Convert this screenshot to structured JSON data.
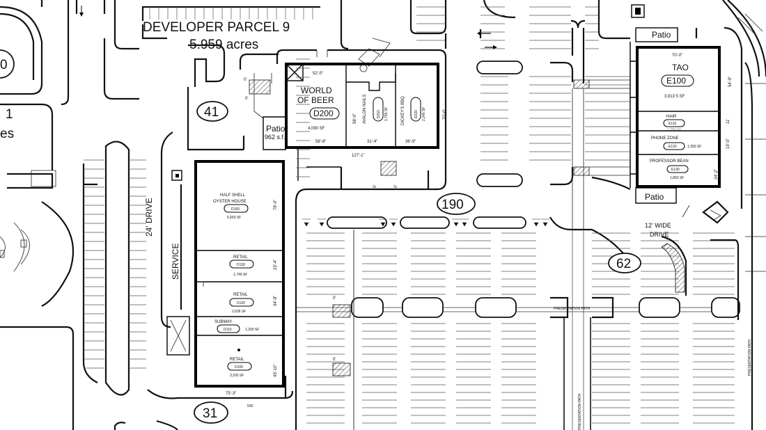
{
  "parcel": {
    "title": "DEVELOPER PARCEL 9",
    "acres": "5.959 acres"
  },
  "badges": {
    "b41": "41",
    "b190": "190",
    "b62": "62",
    "b31": "31",
    "b0": "0",
    "b1": "1"
  },
  "left_edge": {
    "partial": "es"
  },
  "labels": {
    "drive24": "24' DRIVE",
    "service": "SERVICE",
    "drive12_line1": "12' WIDE",
    "drive12_line2": "DRIVE",
    "presentation_path": "PRESENTATION PATH",
    "presentation_path_v": "PRESENTATION PATH",
    "patio_left": "Patio",
    "patio_left_area": "962 s.f.",
    "patio_top": "Patio",
    "patio_bottom": "Patio"
  },
  "dims": {
    "d_52": "52'-0\"",
    "d_58_top": "58'-0\"",
    "d_58_8": "58'-8\"",
    "d_31_4": "31'-4\"",
    "d_36_9": "36'-9\"",
    "d_70_right": "70'-0\"",
    "d_127": "127'-1\"",
    "d_70_top": "70'-0\"",
    "d_54_9": "54'-9\"",
    "d_11": "11'",
    "d_19": "19'-0\"",
    "d_24_2": "24'-2\"",
    "d_78": "78'-0\"",
    "d_23_4": "23'-4\"",
    "d_34_8": "34'-8\"",
    "d_43_10": "43'-10\"",
    "d_75_3": "75'-3\"",
    "d_500": "500"
  },
  "tenants": {
    "world_of_beer": {
      "name1": "WORLD",
      "name2": "OF BEER",
      "unit": "D200",
      "area": "4,090 SF"
    },
    "avalon_nails": {
      "name": "AVALON NAILS",
      "unit": "D210",
      "area": "1,755 SF"
    },
    "dickeys": {
      "name": "DICKEY'S BBQ",
      "unit": "D220",
      "area": "2,249 SF"
    },
    "tao": {
      "name": "TAO",
      "unit": "E100",
      "area": "3,913 5 SF"
    },
    "hair": {
      "name": "HAIR",
      "unit": "E110",
      "area": "1,350 SF"
    },
    "phone_zone": {
      "name": "PHONE ZONE",
      "unit": "E120",
      "area": "1,350 SF"
    },
    "professor_bean": {
      "name": "PROFESSOR BEAN",
      "unit": "E130",
      "area": "1,860 SF"
    },
    "half_shell": {
      "name1": "HALF SHELL",
      "name2": "OYSTER HOUSE",
      "unit": "D160",
      "area": "5,650 SF"
    },
    "retail_d130": {
      "name": "RETAIL",
      "unit": "D130",
      "area": "1,749 SF"
    },
    "retail_d120": {
      "name": "RETAIL",
      "unit": "D120",
      "area": "2,636 SF"
    },
    "subway": {
      "name": "SUBWAY",
      "unit": "D110",
      "area": "1,200 SF"
    },
    "retail_d100": {
      "name": "RETAIL",
      "unit": "D100",
      "area": "3,200 SF"
    }
  },
  "colors": {
    "line": "#000000",
    "background": "#ffffff"
  }
}
